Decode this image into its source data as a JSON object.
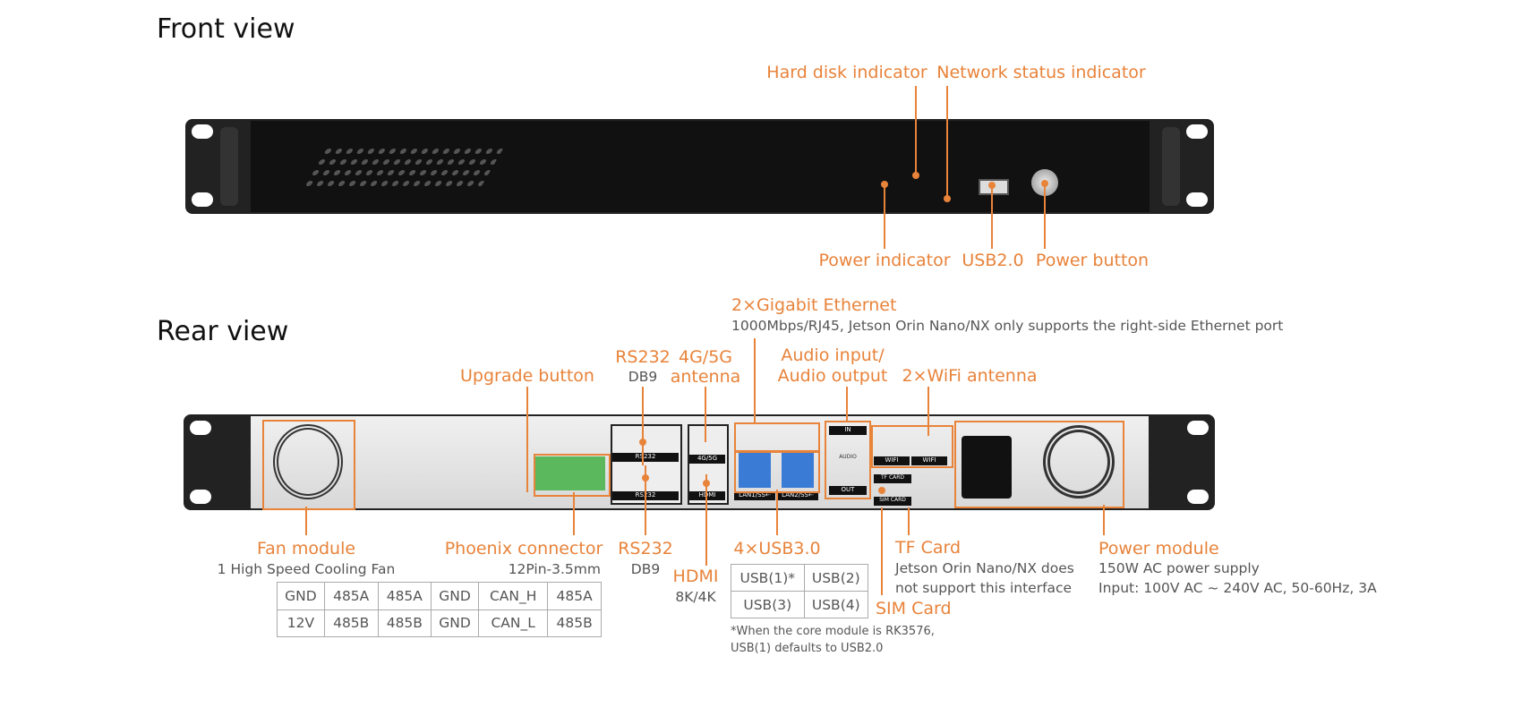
{
  "front": {
    "title": "Front view",
    "labels": {
      "hdd": "Hard disk indicator",
      "net": "Network status indicator",
      "power_ind": "Power indicator",
      "usb": "USB2.0",
      "power_btn": "Power button"
    }
  },
  "rear": {
    "title": "Rear view",
    "labels": {
      "gbe": "2×Gigabit Ethernet",
      "gbe_sub": "1000Mbps/RJ45, Jetson Orin Nano/NX only supports the right-side Ethernet port",
      "rs232_top": "RS232",
      "rs232_top_sub": "DB9",
      "antenna_4g": "4G/5G",
      "antenna_4g_2": "antenna",
      "audio_1": "Audio input/",
      "audio_2": "Audio output",
      "upgrade": "Upgrade button",
      "wifi": "2×WiFi antenna",
      "fan": "Fan module",
      "fan_sub": "1 High Speed Cooling Fan",
      "phoenix": "Phoenix connector",
      "phoenix_sub": "12Pin-3.5mm",
      "rs232_bot": "RS232",
      "rs232_bot_sub": "DB9",
      "hdmi": "HDMI",
      "hdmi_sub": "8K/4K",
      "usb3": "4×USB3.0",
      "tf": "TF Card",
      "tf_sub1": "Jetson Orin Nano/NX does",
      "tf_sub2": "not support this interface",
      "sim": "SIM Card",
      "psu": "Power module",
      "psu_sub1": "150W AC power supply",
      "psu_sub2": "Input: 100V AC ~ 240V AC, 50-60Hz, 3A"
    },
    "panel_text": {
      "rs232": "RS232",
      "ant": "4G/5G",
      "hdmi": "HDMI",
      "lan1": "LAN1/SS⇠",
      "lan2": "LAN2/SS⇠",
      "in": "IN",
      "audio": "AUDIO",
      "out": "OUT",
      "wifi": "WIFI",
      "tfcard": "TF CARD",
      "simcard": "SIM CARD"
    },
    "phoenix_table": [
      [
        "GND",
        "485A",
        "485A",
        "GND",
        "CAN_H",
        "485A"
      ],
      [
        "12V",
        "485B",
        "485B",
        "GND",
        "CAN_L",
        "485B"
      ]
    ],
    "usb_table": [
      [
        "USB(1)*",
        "USB(2)"
      ],
      [
        "USB(3)",
        "USB(4)"
      ]
    ],
    "footnote1": "*When the core module is RK3576,",
    "footnote2": "USB(1) defaults to USB2.0"
  },
  "colors": {
    "accent": "#e8833a",
    "chassis": "#1e1e1e",
    "rear_plate": "#e6e6e6"
  }
}
